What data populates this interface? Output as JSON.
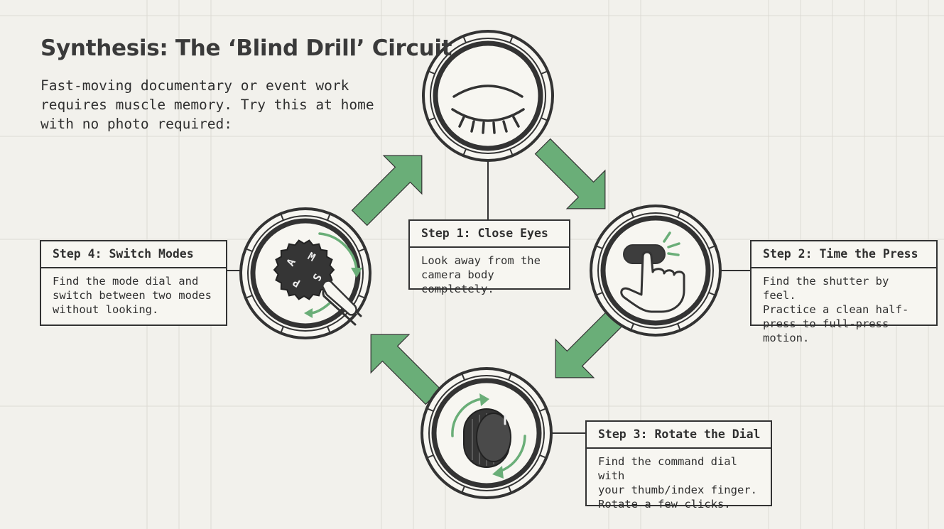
{
  "header": {
    "title": "Synthesis: The ‘Blind Drill’ Circuit",
    "intro": "Fast-moving documentary or event work requires muscle memory. Try this at home with no photo required:"
  },
  "steps": [
    {
      "title": "Step 1: Close Eyes",
      "body": "Look away from the\ncamera body completely.",
      "icon": "closed-eye-icon"
    },
    {
      "title": "Step 2: Time the Press",
      "body": "Find the shutter by feel.\nPractice a clean half-\npress to full-press motion.",
      "icon": "pressing-hand-icon"
    },
    {
      "title": "Step 3: Rotate the Dial",
      "body": "Find the command dial with\nyour thumb/index finger.\nRotate a few clicks.",
      "icon": "command-dial-icon"
    },
    {
      "title": "Step 4: Switch Modes",
      "body": "Find the mode dial and\nswitch between two modes\nwithout looking.",
      "icon": "mode-dial-icon"
    }
  ],
  "mode_dial_letters": [
    "M",
    "A",
    "S",
    "P"
  ],
  "colors": {
    "arrow": "#6aae78",
    "ink": "#333333",
    "background": "#f2f1ec"
  }
}
